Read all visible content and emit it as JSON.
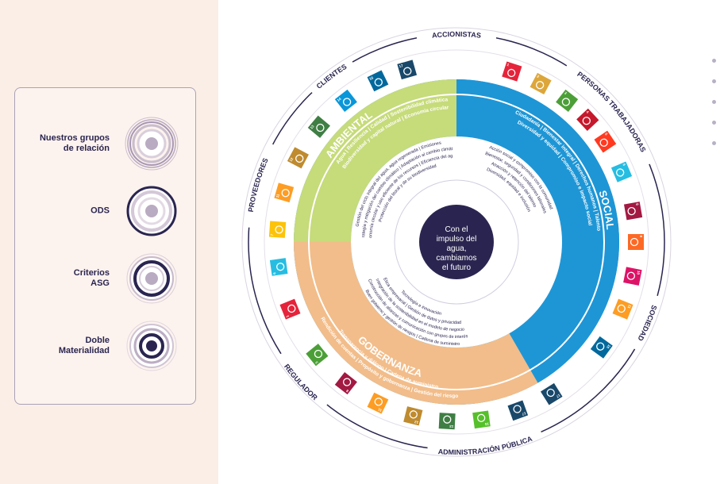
{
  "legend": {
    "items": [
      {
        "label": "Nuestros grupos\nde relación",
        "icon": "concentric-rings-icon"
      },
      {
        "label": "ODS",
        "icon": "ring-icon"
      },
      {
        "label": "Criterios\nASG",
        "icon": "double-ring-icon"
      },
      {
        "label": "Doble\nMaterialidad",
        "icon": "target-ring-icon"
      }
    ]
  },
  "stakeholders": {
    "accionistas": "ACCIONISTAS",
    "personas": "PERSONAS TRABAJADORAS",
    "sociedad": "SOCIEDAD",
    "administracion": "ADMINISTRACIÓN PÚBLICA",
    "regulador": "REGULADOR",
    "proveedores": "PROVEEDORES",
    "clientes": "CLIENTES"
  },
  "pillars": {
    "ambiental": {
      "title": "AMBIENTAL",
      "line1": "Agua | Resiliencia | Calidad | Sostenibilidad climática",
      "line2": "Biodiversidad y capital natural | Economía circular",
      "color": "#c6db7a"
    },
    "social": {
      "title": "SOCIAL",
      "line1": "Ciudadanía | Bienestar integral | Derechos humanos | Talento",
      "line2": "Diversidad y equidad | Compromiso e impacto social",
      "color": "#1e96d6"
    },
    "gobernanza": {
      "title": "GOBERNANZA",
      "line1": "Rendición de cuentas | Propósito y gobernanza | Gestión del riesgo",
      "line2": "Transparencia y diálogo | Cadena de suministro",
      "color": "#f2bd8a"
    }
  },
  "materiality": {
    "ambiental": [
      "Gestión del ciclo integral del agua, agua regenerada | Emisiones",
      "Estrategia y mitigación del cambio climático | Adaptación al cambio climático",
      "Economía circular y uso eficiente de los recursos | Eficiencia del agua",
      "Protección del litoral y de su biodiversidad"
    ],
    "social": [
      "Acción social y compromiso con la comunidad",
      "Bienestar, seguridad y condiciones laborales",
      "Atracción y retención del talento",
      "Diversidad, equidad e inclusión"
    ],
    "gobernanza": [
      "Buen gobierno y gestión de riesgos | Cadena de suministro",
      "Construcción de alianzas y comunicación con grupos de interés",
      "Integración de la sostenibilidad en el modelo de negocio",
      "Ética empresarial | Gestión de datos y privacidad",
      "Tecnología e innovación"
    ]
  },
  "center": {
    "line1": "Con el",
    "line2": "impulso del",
    "line3": "agua,",
    "line4": "cambiamos",
    "line5": "el futuro"
  },
  "ods_icons": [
    {
      "num": "1",
      "color": "#e5243b"
    },
    {
      "num": "2",
      "color": "#dda63a"
    },
    {
      "num": "3",
      "color": "#4c9f38"
    },
    {
      "num": "4",
      "color": "#c5192d"
    },
    {
      "num": "5",
      "color": "#ff3a21"
    },
    {
      "num": "6",
      "color": "#26bde2"
    },
    {
      "num": "7",
      "color": "#fcc30b"
    },
    {
      "num": "8",
      "color": "#a21942"
    },
    {
      "num": "9",
      "color": "#fd6925"
    },
    {
      "num": "10",
      "color": "#dd1367"
    },
    {
      "num": "11",
      "color": "#fd9d24"
    },
    {
      "num": "12",
      "color": "#bf8b2e"
    },
    {
      "num": "13",
      "color": "#3f7e44"
    },
    {
      "num": "14",
      "color": "#0a97d9"
    },
    {
      "num": "15",
      "color": "#56c02b"
    },
    {
      "num": "16",
      "color": "#00689d"
    },
    {
      "num": "17",
      "color": "#19486a"
    }
  ]
}
